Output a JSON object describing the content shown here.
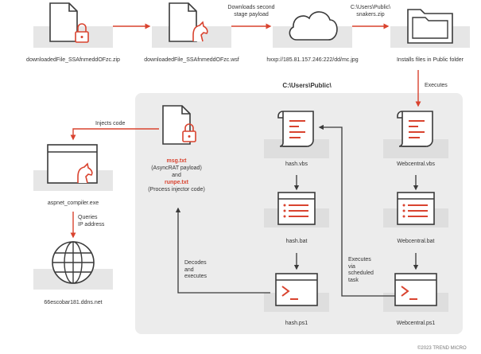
{
  "diagram": {
    "top_row": {
      "zip_file": "downloadedFile_SSAfnmeddOFzc.zip",
      "wsf_file": "downloadedFile_SSAfnmeddOFzc.wsf",
      "download_label": "Downloads second\nstage payload",
      "payload_url": "hxxp://185.81.157.246:222/dd/mc.jpg",
      "path_label": "C:\\Users\\Public\\\nsnakers.zip",
      "install_label": "Installs files in Public folder"
    },
    "public_folder": {
      "title": "C:\\Users\\Public\\",
      "executes_label": "Executes",
      "msg_txt": "msg.txt",
      "msg_desc": "(AsyncRAT payload)",
      "and_text": "and",
      "runpe_txt": "runpe.txt",
      "runpe_desc": "(Process injector code)",
      "hash_vbs": "hash.vbs",
      "hash_bat": "hash.bat",
      "hash_ps1": "hash.ps1",
      "webcentral_vbs": "Webcentral.vbs",
      "webcentral_bat": "Webcentral.bat",
      "webcentral_ps1": "Webcentral.ps1",
      "decodes_label": "Decodes\nand\nexecutes",
      "scheduled_label": "Executes\nvia\nscheduled\ntask"
    },
    "left_column": {
      "injects_label": "Injects code",
      "process_name": "aspnet_compiler.exe",
      "queries_label": "Queries\nIP address",
      "domain": "66escobar181.ddns.net"
    },
    "copyright": "©2023 TREND MICRO",
    "colors": {
      "accent": "#d9432f",
      "ink": "#3a3a3a",
      "panel": "#ececec",
      "tile": "#e6e6e6",
      "bg": "#ffffff"
    },
    "icons": [
      "file-lock-icon",
      "file-trojan-icon",
      "cloud-icon",
      "folder-icon",
      "scroll-icon",
      "list-icon",
      "terminal-icon",
      "browser-trojan-icon",
      "globe-icon"
    ]
  }
}
